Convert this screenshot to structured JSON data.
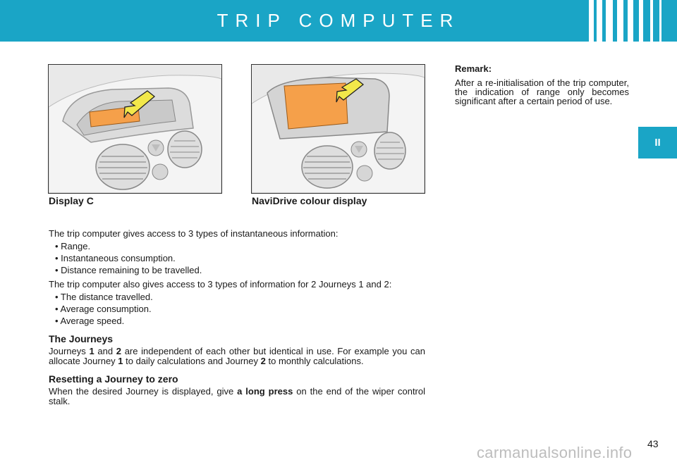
{
  "header": {
    "title": "TRIP COMPUTER"
  },
  "section_tab": {
    "label": "II"
  },
  "figures": [
    {
      "caption": "Display C"
    },
    {
      "caption": "NaviDrive colour display"
    }
  ],
  "content": {
    "intro1": "The trip computer gives access to 3 types of instantaneous information:",
    "bullets1": [
      "• Range.",
      "• Instantaneous consumption.",
      "• Distance remaining to be travelled."
    ],
    "intro2": "The trip computer also gives access to 3 types of information for 2 Journeys 1 and 2:",
    "bullets2": [
      "• The distance travelled.",
      "• Average consumption.",
      "• Average speed."
    ],
    "journeys_heading": "The Journeys",
    "journeys_text": {
      "t1": "Journeys ",
      "b1": "1",
      "t2": " and ",
      "b2": "2",
      "t3": " are independent of each other but identical in use. For example you can allocate Journey ",
      "b3": "1",
      "t4": " to daily calculations and Journey ",
      "b4": "2",
      "t5": " to monthly calculations."
    },
    "reset_heading": "Resetting a Journey to zero",
    "reset_text": {
      "t1": "When the desired Journey is displayed, give ",
      "b1": "a long press",
      "t2": " on the end of the wiper control stalk."
    }
  },
  "remark": {
    "title": "Remark:",
    "text": "After a re-initialisation of the trip computer, the indication of range only becomes significant after a certain period of use."
  },
  "page_number": "43",
  "watermark": "carmanualsonline.info",
  "colors": {
    "accent": "#1aa5c6",
    "display_orange": "#f5a04a",
    "arrow_yellow": "#f2e84a"
  }
}
